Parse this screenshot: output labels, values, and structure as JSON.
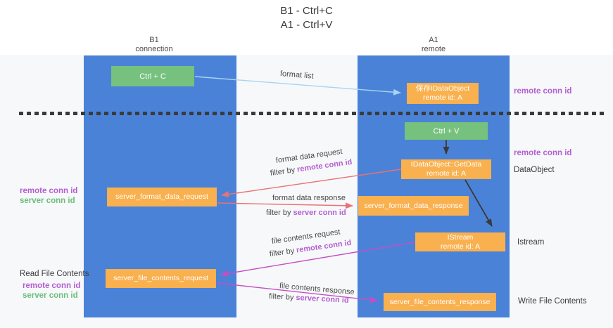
{
  "colors": {
    "bg": "#f7f8fa",
    "col-blue": "#4a82d8",
    "box-green": "#77c17e",
    "box-orange": "#f9b04e",
    "arrow-blue": "#a8d4f2",
    "arrow-red": "#e87373",
    "arrow-magenta": "#c44fc4",
    "arrow-black": "#3a3a3a",
    "text-purple": "#b35fd0",
    "text-green": "#6abe7d",
    "text-dark": "#3a3a3a"
  },
  "title": {
    "line1": "B1 - Ctrl+C",
    "line2": "A1 - Ctrl+V"
  },
  "lifelines": {
    "b1": {
      "name": "B1",
      "role": "connection"
    },
    "a1": {
      "name": "A1",
      "role": "remote"
    }
  },
  "nodes": {
    "ctrl_c": {
      "label": "Ctrl + C"
    },
    "ctrl_v": {
      "label": "Ctrl + V"
    },
    "save_dataobject": {
      "line1": "保存IDataObject",
      "line2": "remote id: A"
    },
    "getdata": {
      "line1": "IDataObject::GetData",
      "line2": "remote id: A"
    },
    "istream": {
      "line1": "IStream",
      "line2": "remote id: A"
    },
    "format_request": {
      "label": "server_format_data_request"
    },
    "format_response": {
      "label": "server_format_data_response"
    },
    "file_request": {
      "label": "server_file_contents_request"
    },
    "file_response": {
      "label": "server_file_contents_response"
    }
  },
  "messages": {
    "format_list": {
      "label": "format list"
    },
    "format_data_request": {
      "label": "format data request",
      "filter_prefix": "filter by ",
      "filter_key": "remote conn id"
    },
    "format_data_response": {
      "label": "format data response",
      "filter_prefix": "filter by ",
      "filter_key": "server conn id"
    },
    "file_contents_request": {
      "label": "file contents request",
      "filter_prefix": "filter by ",
      "filter_key": "remote conn id"
    },
    "file_contents_response": {
      "label": "file contents response",
      "filter_prefix": "filter by ",
      "filter_key": "server conn id"
    }
  },
  "annotations": {
    "right_top_conn_id": "remote conn id",
    "right_mid_conn_id": "remote conn id",
    "dataobject": "DataObject",
    "istream": "Istream",
    "write_file_contents": "Write File Contents",
    "left_mid": {
      "line1": "remote conn id",
      "line2": "server conn id"
    },
    "left_bottom": {
      "title": "Read File Contents",
      "line1": "remote conn id",
      "line2": "server conn id"
    }
  }
}
